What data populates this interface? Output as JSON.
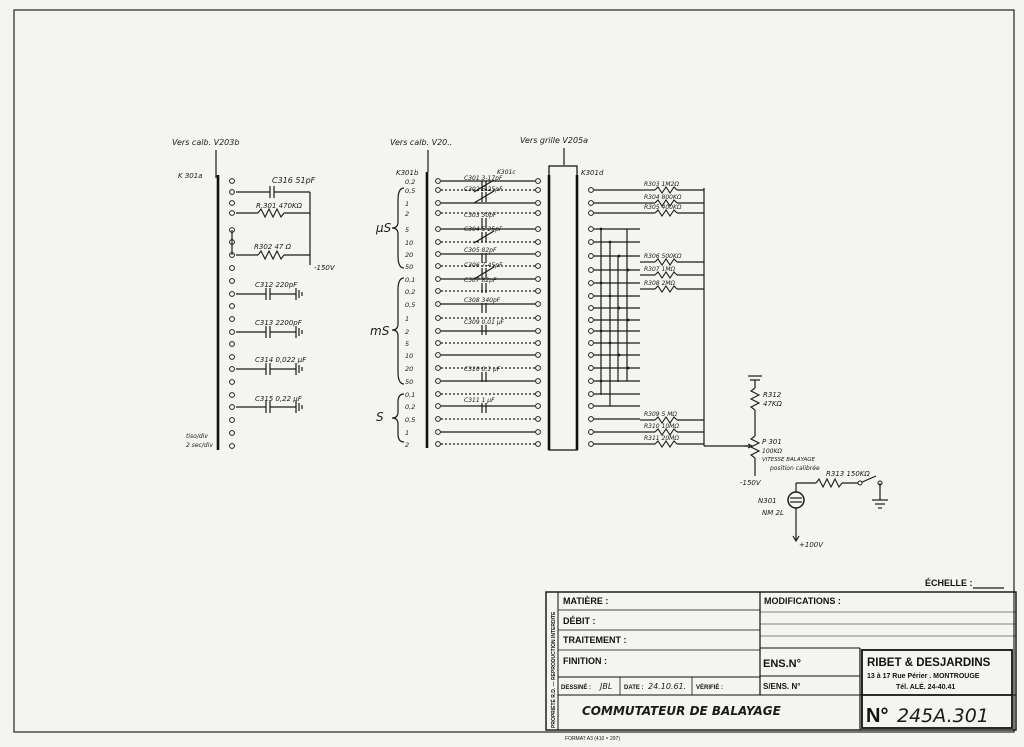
{
  "left_switch": {
    "label": "K 301a",
    "source": "Vers calb. V203b",
    "capacitor_c316": "C316  51pF",
    "resistor_r301": "R.301  470KΩ",
    "resistor_r302": "R302  47 Ω",
    "supply_neg": "-150V",
    "capacitors": [
      "C312  220pF",
      "C313  2200pF",
      "C314  0,022 µF",
      "C315  0,22 µF"
    ],
    "bottom_note_1": "tiso/div",
    "bottom_note_2": "2 sec/div"
  },
  "middle_switch": {
    "label_b": "K301b",
    "label_c": "K301c",
    "source_b": "Vers calb. V20..",
    "source_grid": "Vers grille  V205a",
    "unit_us": "µS",
    "unit_ms": "mS",
    "unit_s": "S",
    "positions": [
      "0,2",
      "0,5",
      "1",
      "2",
      "5",
      "10",
      "20",
      "50",
      "0,1",
      "0,2",
      "0,5",
      "1",
      "2",
      "5",
      "10",
      "20",
      "50",
      "0,1",
      "0,2",
      "0,5",
      "1",
      "2"
    ],
    "capacitors": [
      "C301  3-17pF",
      "C302  5-25pF",
      "C303  30pF",
      "C304  5-25pF",
      "C305  82pF",
      "C306  7-45pF",
      "C307  82pF",
      "C308  340pF",
      "C309  0,01 µF",
      "C310  0,1 µF",
      "C311  1 µF"
    ]
  },
  "right_switch": {
    "label": "K301d",
    "resistors": [
      "R303  1M2Ω",
      "R304  800KΩ",
      "R305  400KΩ",
      "R306  500KΩ",
      "R307  1MΩ",
      "R308  2MΩ",
      "R309  5 MΩ",
      "R310  10MΩ",
      "R311  20MΩ"
    ],
    "r312": "R312",
    "r312_value": "47KΩ",
    "p301": "P 301",
    "p301_value": "100KΩ",
    "p301_function": "VITESSE BALAYAGE",
    "p301_note": "position calibrée",
    "r313": "R313  150KΩ",
    "supply_neg": "-150V",
    "neon": "N301",
    "neon_type": "NM 2L",
    "supply_pos": "+100V"
  },
  "title_block": {
    "scale_label": "ÉCHELLE :",
    "matiere": "MATIÈRE :",
    "modifications": "MODIFICATIONS :",
    "debit": "DÉBIT :",
    "traitement": "TRAITEMENT :",
    "finition": "FINITION :",
    "ens_no": "ENS.N°",
    "s_ens_no": "S/ENS. N°",
    "dessine_label": "DESSINÉ :",
    "dessine_value": "JBL",
    "date_label": "DATE :",
    "date_value": "24.10.61.",
    "verifie_label": "VÉRIFIÉ :",
    "title": "COMMUTATEUR  DE  BALAYAGE",
    "company": "RIBET & DESJARDINS",
    "address": "13 à 17 Rue Périer . MONTROUGE",
    "phone": "Tél. ALÉ. 24-40.41",
    "number_prefix": "N°",
    "number": "245A.301",
    "side_note": "PROPRIÉTÉ R.D. — REPRODUCTION INTERDITE",
    "format": "FORMAT A3 (410 × 297)"
  }
}
